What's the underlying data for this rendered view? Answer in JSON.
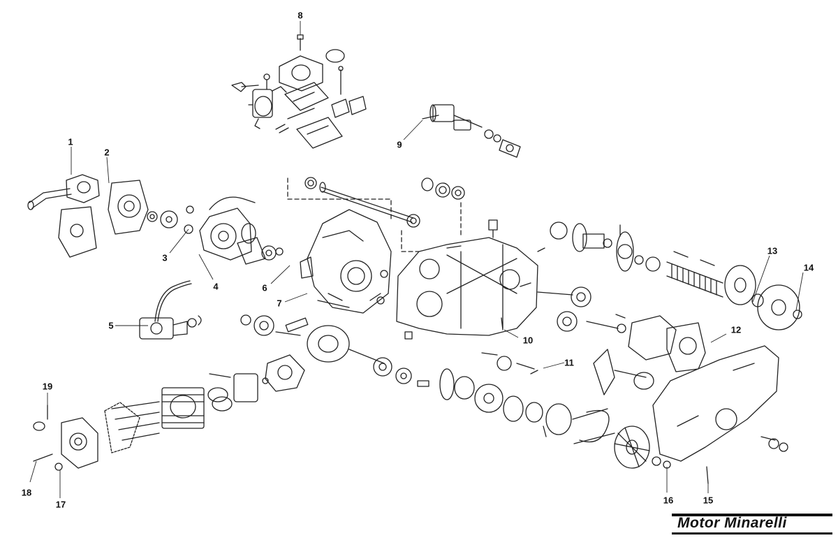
{
  "brand": {
    "name": "Motor Minarelli"
  },
  "callouts": [
    {
      "label": "1"
    },
    {
      "label": "2"
    },
    {
      "label": "3"
    },
    {
      "label": "4"
    },
    {
      "label": "5"
    },
    {
      "label": "6"
    },
    {
      "label": "7"
    },
    {
      "label": "8"
    },
    {
      "label": "9"
    },
    {
      "label": "10"
    },
    {
      "label": "11"
    },
    {
      "label": "12"
    },
    {
      "label": "13"
    },
    {
      "label": "14"
    },
    {
      "label": "15"
    },
    {
      "label": "16"
    },
    {
      "label": "17"
    },
    {
      "label": "18"
    },
    {
      "label": "19"
    }
  ]
}
